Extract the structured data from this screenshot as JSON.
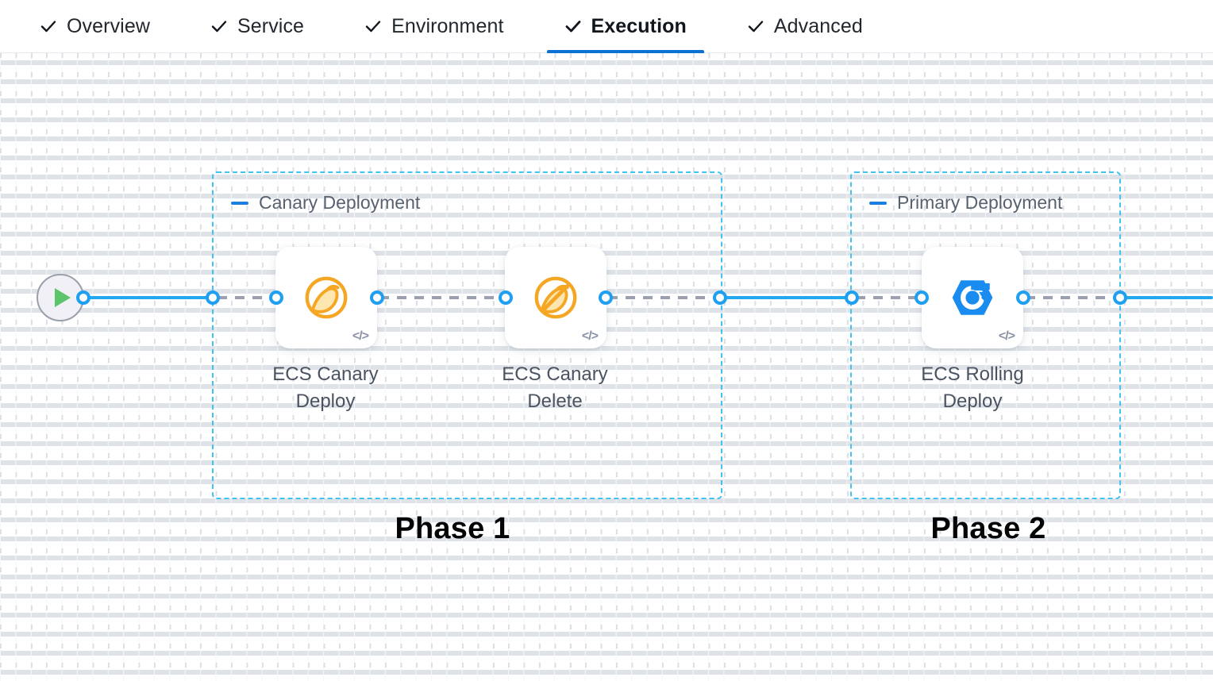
{
  "tabs": [
    {
      "label": "Overview",
      "icon": "check-icon",
      "active": false
    },
    {
      "label": "Service",
      "icon": "check-icon",
      "active": false
    },
    {
      "label": "Environment",
      "icon": "check-icon",
      "active": false
    },
    {
      "label": "Execution",
      "icon": "check-icon",
      "active": true
    },
    {
      "label": "Advanced",
      "icon": "check-icon",
      "active": false
    }
  ],
  "colors": {
    "accent_blue": "#0b72d4",
    "edge_blue": "#22a8ef",
    "group_border": "#3fc3f0",
    "edge_dashed": "#9aa0b0",
    "canary_orange": "#f5a623",
    "rolling_blue": "#1a8cf0",
    "play_green": "#5cc46a",
    "label_gray": "#4a5361"
  },
  "start_node": {
    "name": "pipeline-start",
    "icon": "play-icon"
  },
  "groups": [
    {
      "id": "canary-deployment",
      "title": "Canary Deployment",
      "collapse_icon": "minus-icon",
      "phase_label": "Phase 1"
    },
    {
      "id": "primary-deployment",
      "title": "Primary Deployment",
      "collapse_icon": "minus-icon",
      "phase_label": "Phase 2"
    }
  ],
  "nodes": [
    {
      "id": "ecs-canary-deploy",
      "label": "ECS Canary\nDeploy",
      "icon": "canary-bird-icon",
      "badge": "</>",
      "badge_icon": "code-icon"
    },
    {
      "id": "ecs-canary-delete",
      "label": "ECS Canary\nDelete",
      "icon": "canary-bird-delete-icon",
      "badge": "</>",
      "badge_icon": "code-icon"
    },
    {
      "id": "ecs-rolling-deploy",
      "label": "ECS Rolling\nDeploy",
      "icon": "rolling-deploy-icon",
      "badge": "</>",
      "badge_icon": "code-icon"
    }
  ]
}
